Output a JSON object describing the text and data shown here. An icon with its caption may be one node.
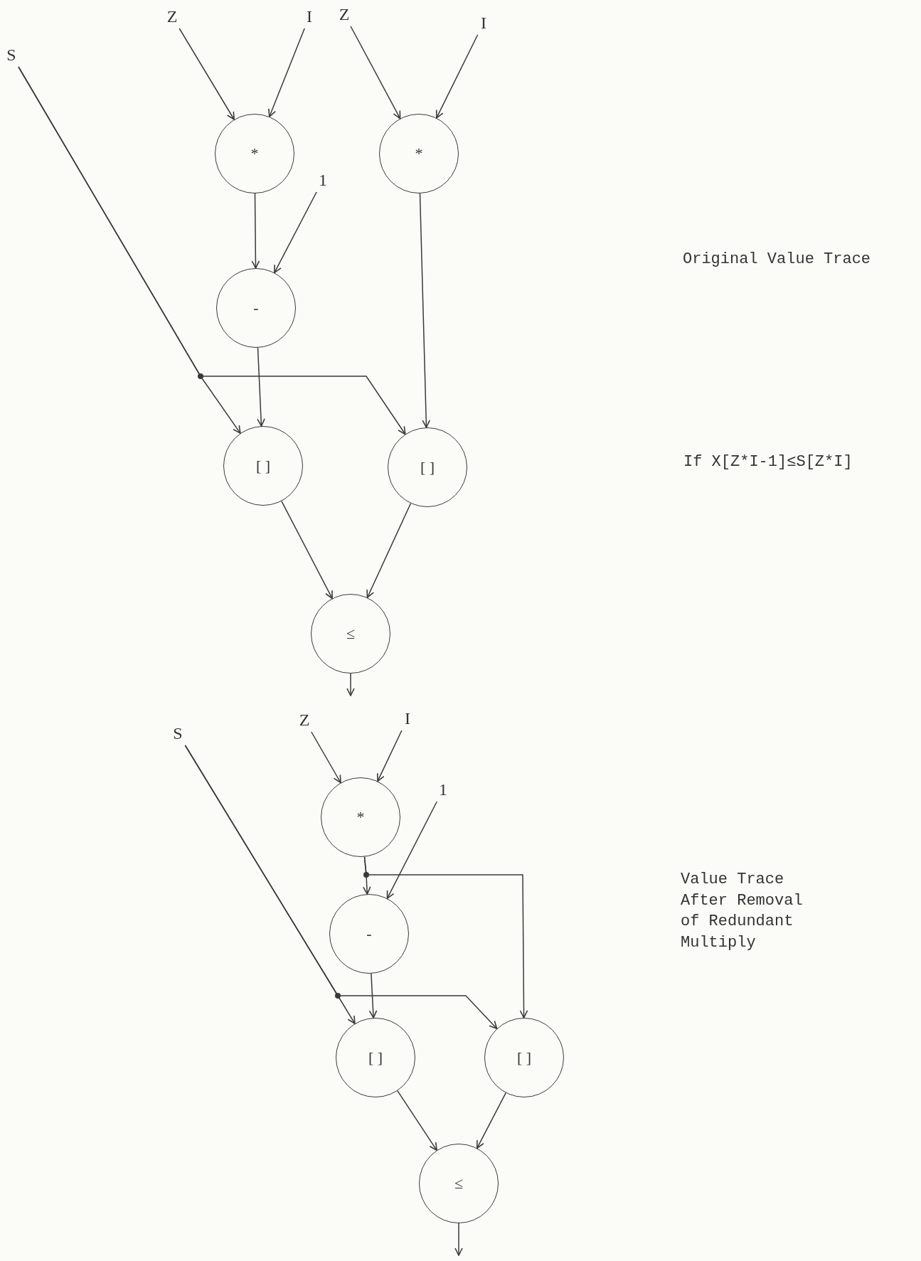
{
  "diagram": {
    "nodes": [
      {
        "text": [
          "S"
        ]
      },
      {
        "text": [
          "Z"
        ]
      },
      {
        "text": [
          "I"
        ]
      },
      {
        "text": [
          "Z"
        ]
      },
      {
        "text": [
          "I"
        ]
      },
      {
        "text": [
          "*"
        ]
      },
      {
        "text": [
          "*"
        ]
      },
      {
        "text": [
          "1"
        ]
      },
      {
        "text": [
          "-"
        ]
      },
      {
        "text": [
          "[ ]"
        ]
      },
      {
        "text": [
          "[ ]"
        ]
      },
      {
        "text": [
          "≤"
        ]
      },
      {
        "text": [
          "S"
        ]
      },
      {
        "text": [
          "Z"
        ]
      },
      {
        "text": [
          "I"
        ]
      },
      {
        "text": [
          "*"
        ]
      },
      {
        "text": [
          "1"
        ]
      },
      {
        "text": [
          "-"
        ]
      },
      {
        "text": [
          "[ ]"
        ]
      },
      {
        "text": [
          "[ ]"
        ]
      },
      {
        "text": [
          "≤"
        ]
      }
    ],
    "edges": [
      {
        "from": 1,
        "to": 5,
        "arrow": "to"
      },
      {
        "from": 2,
        "to": 5,
        "arrow": "to"
      },
      {
        "from": 3,
        "to": 6,
        "arrow": "to"
      },
      {
        "from": 4,
        "to": 6,
        "arrow": "to"
      },
      {
        "from": 5,
        "to": 8,
        "arrow": "to"
      },
      {
        "from": 7,
        "to": 8,
        "arrow": "to"
      },
      {
        "from": 8,
        "to": 9,
        "arrow": "to"
      },
      {
        "from": 0,
        "to": 9,
        "arrow": "to"
      },
      {
        "from": 0,
        "to": 10,
        "arrow": "to"
      },
      {
        "from": 6,
        "to": 10,
        "arrow": "to"
      },
      {
        "from": 9,
        "to": 11,
        "arrow": "to"
      },
      {
        "from": 10,
        "to": 11,
        "arrow": "to"
      },
      {
        "from": 11,
        "to": null,
        "arrow": "to"
      },
      {
        "from": 13,
        "to": 15,
        "arrow": "to"
      },
      {
        "from": 14,
        "to": 15,
        "arrow": "to"
      },
      {
        "from": 15,
        "to": 17,
        "arrow": "to"
      },
      {
        "from": 15,
        "to": 19,
        "arrow": "to"
      },
      {
        "from": 16,
        "to": 17,
        "arrow": "to"
      },
      {
        "from": 12,
        "to": 18,
        "arrow": "to"
      },
      {
        "from": 12,
        "to": 19,
        "arrow": "to"
      },
      {
        "from": 17,
        "to": 18,
        "arrow": "to"
      },
      {
        "from": 18,
        "to": 20,
        "arrow": "to"
      },
      {
        "from": 19,
        "to": 20,
        "arrow": "to"
      },
      {
        "from": 20,
        "to": null,
        "arrow": "to"
      }
    ],
    "labels": [
      "Original Value Trace",
      "If X[Z*I-1]≤S[Z*I]",
      "Value Trace After Removal of Redundant Multiply"
    ]
  }
}
